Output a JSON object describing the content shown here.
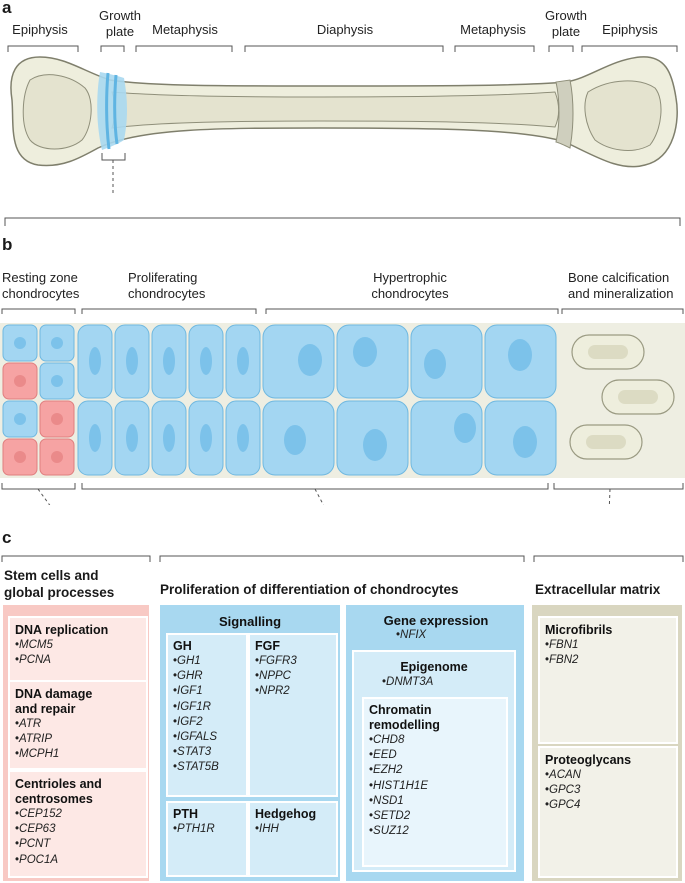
{
  "panels": {
    "a": "a",
    "b": "b",
    "c": "c"
  },
  "bone_regions": [
    {
      "label": "Epiphysis"
    },
    {
      "label": "Growth\nplate"
    },
    {
      "label": "Metaphysis"
    },
    {
      "label": "Diaphysis"
    },
    {
      "label": "Metaphysis"
    },
    {
      "label": "Growth\nplate"
    },
    {
      "label": "Epiphysis"
    }
  ],
  "zones": [
    {
      "label": "Resting zone\nchondrocytes"
    },
    {
      "label": "Proliferating\nchondrocytes"
    },
    {
      "label": "Hypertrophic\nchondrocytes"
    },
    {
      "label": "Bone calcification\nand mineralization"
    }
  ],
  "colors": {
    "stem_bg": "#f8c9c4",
    "stem_border": "#f0a8a2",
    "chondro_bg": "#a8d8f0",
    "chondro_inner": "#d4ecf8",
    "ecm_bg": "#d9d6c0",
    "ecm_inner": "#f2f1e8",
    "cell_blue": "#a3d6f2",
    "cell_nucleus": "#7cc2ea",
    "cell_red": "#f6a3a3",
    "bone_fill": "#eeeedd",
    "bone_stroke": "#7f7f6c"
  },
  "section_c": {
    "stem_title": "Stem cells and\nglobal processes",
    "chondro_title": "Proliferation of differentiation of chondrocytes",
    "ecm_title": "Extracellular matrix",
    "dna_replication": {
      "title": "DNA replication",
      "genes": [
        "MCM5",
        "PCNA"
      ]
    },
    "dna_damage": {
      "title": "DNA damage\nand repair",
      "genes": [
        "ATR",
        "ATRIP",
        "MCPH1"
      ]
    },
    "centrioles": {
      "title": "Centrioles and\ncentrosomes",
      "genes": [
        "CEP152",
        "CEP63",
        "PCNT",
        "POC1A"
      ]
    },
    "signalling": {
      "title": "Signalling"
    },
    "gh": {
      "title": "GH",
      "genes": [
        "GH1",
        "GHR",
        "IGF1",
        "IGF1R",
        "IGF2",
        "IGFALS",
        "STAT3",
        "STAT5B"
      ]
    },
    "fgf": {
      "title": "FGF",
      "genes": [
        "FGFR3",
        "NPPC",
        "NPR2"
      ]
    },
    "pth": {
      "title": "PTH",
      "genes": [
        "PTH1R"
      ]
    },
    "hedgehog": {
      "title": "Hedgehog",
      "genes": [
        "IHH"
      ]
    },
    "gene_expression": {
      "title": "Gene expression",
      "genes": [
        "NFIX"
      ]
    },
    "epigenome": {
      "title": "Epigenome",
      "genes": [
        "DNMT3A"
      ]
    },
    "chromatin": {
      "title": "Chromatin\nremodelling",
      "genes": [
        "CHD8",
        "EED",
        "EZH2",
        "HIST1H1E",
        "NSD1",
        "SETD2",
        "SUZ12"
      ]
    },
    "microfibrils": {
      "title": "Microfibrils",
      "genes": [
        "FBN1",
        "FBN2"
      ]
    },
    "proteoglycans": {
      "title": "Proteoglycans",
      "genes": [
        "ACAN",
        "GPC3",
        "GPC4"
      ]
    }
  }
}
